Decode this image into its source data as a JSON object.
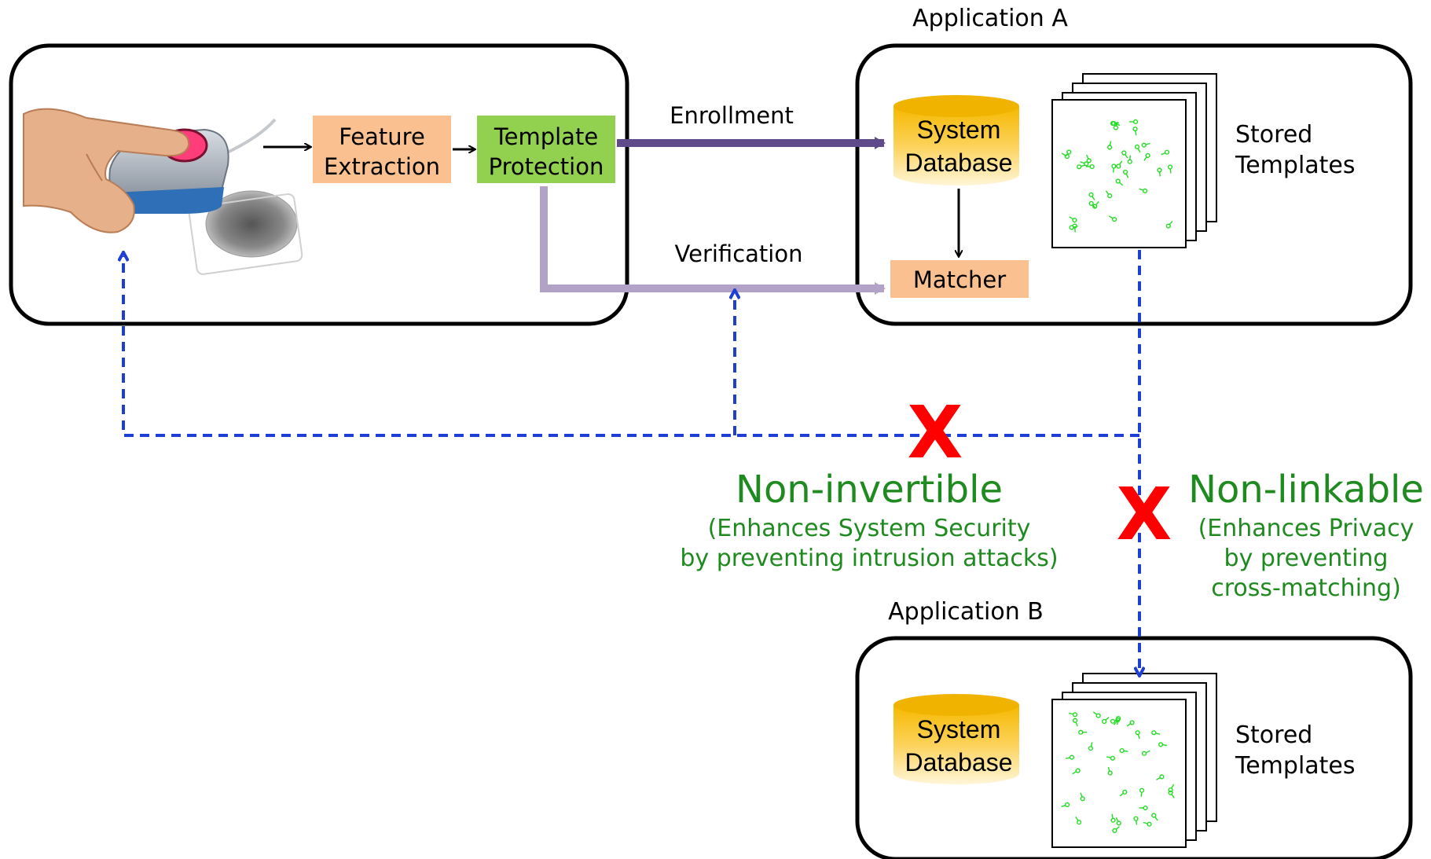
{
  "app_a": {
    "title": "Application A"
  },
  "app_b": {
    "title": "Application B"
  },
  "pipeline": {
    "feature_line1": "Feature",
    "feature_line2": "Extraction",
    "template_line1": "Template",
    "template_line2": "Protection"
  },
  "flows": {
    "enrollment": "Enrollment",
    "verification": "Verification"
  },
  "database": {
    "line1": "System",
    "line2": "Database"
  },
  "matcher": "Matcher",
  "stored": {
    "line1": "Stored",
    "line2": "Templates"
  },
  "non_invertible": {
    "title": "Non-invertible",
    "line1": "(Enhances System Security",
    "line2": "by preventing intrusion attacks)"
  },
  "non_linkable": {
    "title": "Non-linkable",
    "line1": "(Enhances Privacy",
    "line2": "by preventing",
    "line3": "cross-matching)"
  },
  "colors": {
    "feature_box": "#fac090",
    "template_box": "#92d050",
    "matcher_box": "#fac090",
    "enrollment_arrow": "#5f4b8b",
    "verification_arrow": "#b3a2c7",
    "attack_dashes": "#1f3fd4",
    "blocked_x": "#ff0000",
    "property_text": "#1f8a1f",
    "database_gold": "#f5b800",
    "minutiae_green": "#22dd22"
  }
}
